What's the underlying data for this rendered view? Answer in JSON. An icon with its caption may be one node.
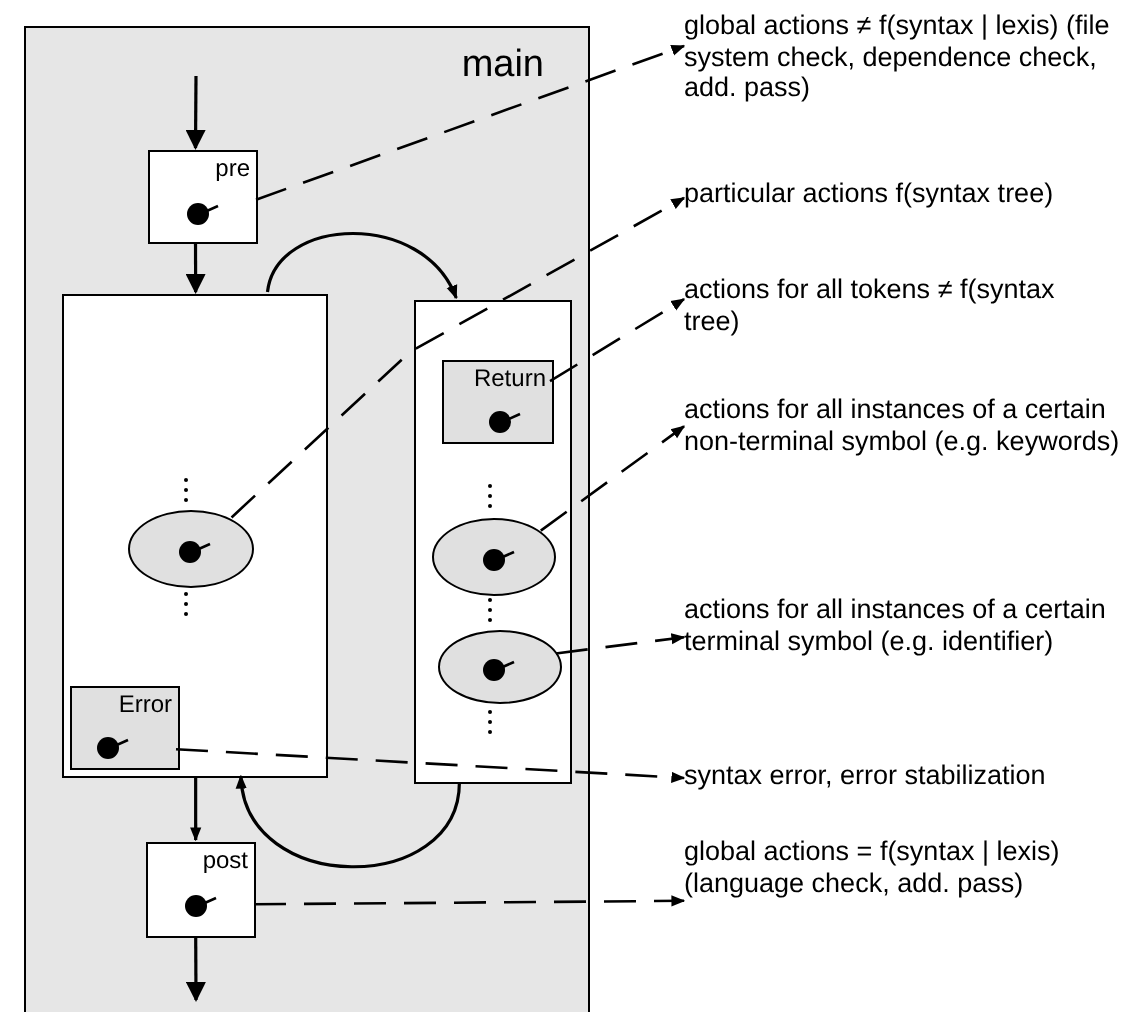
{
  "diagram": {
    "nodes": [
      {
        "text": [
          "main"
        ]
      },
      {
        "text": [
          "pre"
        ],
        "in": 0
      },
      {
        "text": [],
        "shape": "box",
        "in": 0
      },
      {
        "text": [],
        "shape": "box",
        "in": 0
      },
      {
        "text": [
          "Return"
        ],
        "in": 3
      },
      {
        "text": [],
        "shape": "ellipse",
        "in": 2
      },
      {
        "text": [],
        "shape": "ellipse",
        "in": 3
      },
      {
        "text": [],
        "shape": "ellipse",
        "in": 3
      },
      {
        "text": [
          "Error"
        ],
        "in": 2
      },
      {
        "text": [
          "post"
        ],
        "in": 0
      },
      {
        "text": [
          "global actions ≠ f(syntax | lexis) (file system check, dependence check, add. pass)"
        ]
      },
      {
        "text": [
          "particular actions f(syntax tree)"
        ]
      },
      {
        "text": [
          "actions for all tokens ≠ f(syntax tree)"
        ]
      },
      {
        "text": [
          "actions for all instances of a certain non-terminal symbol (e.g. keywords)"
        ]
      },
      {
        "text": [
          "actions for all instances of a certain terminal symbol (e.g. identifier)"
        ]
      },
      {
        "text": [
          "syntax error, error stabilization"
        ]
      },
      {
        "text": [
          "global actions = f(syntax | lexis) (language check, add. pass)"
        ]
      }
    ],
    "edges": [
      {
        "from": null,
        "to": 1,
        "arrow": "to"
      },
      {
        "from": 1,
        "to": 2,
        "arrow": "to"
      },
      {
        "from": 2,
        "to": 3,
        "arrow": "to"
      },
      {
        "from": 3,
        "to": 2,
        "arrow": "to"
      },
      {
        "from": 2,
        "to": 9,
        "arrow": "to"
      },
      {
        "from": 9,
        "to": null,
        "arrow": "to"
      },
      {
        "from": 1,
        "to": 10,
        "arrow": "to",
        "style": "dashed"
      },
      {
        "from": 5,
        "to": 11,
        "arrow": "to",
        "style": "dashed"
      },
      {
        "from": 4,
        "to": 12,
        "arrow": "to",
        "style": "dashed"
      },
      {
        "from": 6,
        "to": 13,
        "arrow": "to",
        "style": "dashed"
      },
      {
        "from": 7,
        "to": 14,
        "arrow": "to",
        "style": "dashed"
      },
      {
        "from": 8,
        "to": 15,
        "arrow": "to",
        "style": "dashed"
      },
      {
        "from": 9,
        "to": 16,
        "arrow": "to",
        "style": "dashed"
      }
    ]
  }
}
